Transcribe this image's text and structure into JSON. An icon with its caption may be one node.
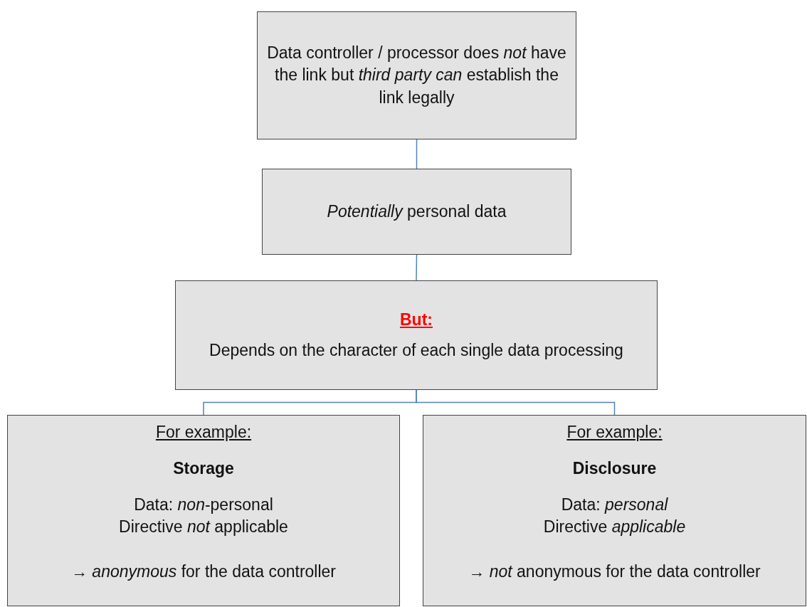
{
  "diagram": {
    "nodes": [
      {
        "text": [
          "Data controller / processor does *not* have the link but *third party can* establish the link legally"
        ]
      },
      {
        "text": [
          "*Potentially* personal data"
        ]
      },
      {
        "text": [
          "But:",
          "Depends on the character of each single data processing"
        ]
      },
      {
        "text": [
          "For example:",
          "Storage",
          "Data: *non*-personal",
          "Directive *not* applicable",
          "→ *anonymous* for the data controller"
        ]
      },
      {
        "text": [
          "For example:",
          "Disclosure",
          "Data: *personal*",
          "Directive *applicable*",
          "→ *not* anonymous for the data controller"
        ]
      }
    ],
    "edges": [
      {
        "from": 0,
        "to": 1,
        "arrow": "none"
      },
      {
        "from": 1,
        "to": 2,
        "arrow": "none"
      },
      {
        "from": 2,
        "to": 3,
        "arrow": "none"
      },
      {
        "from": 2,
        "to": 4,
        "arrow": "none"
      }
    ]
  }
}
